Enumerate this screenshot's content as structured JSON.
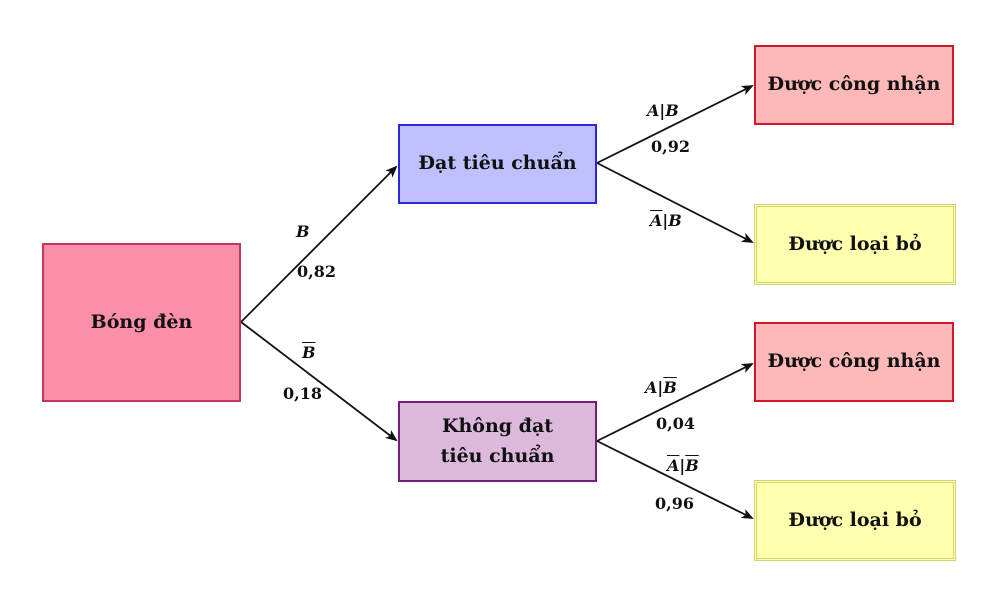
{
  "diagram": {
    "nodes": {
      "root": {
        "text": "Bóng đèn",
        "fill": "#fb8faa",
        "stroke": "#c0395a"
      },
      "pass": {
        "text": "Đạt tiêu chuẩn",
        "fill": "#c0c0ff",
        "stroke": "#2a2ad0"
      },
      "fail": {
        "line1": "Không đạt",
        "line2": "tiêu chuẩn",
        "fill": "#dcb8dc",
        "stroke": "#7a1a7a"
      },
      "pass_accept": {
        "text": "Được công nhận",
        "fill": "#ffb8b8",
        "stroke": "#cc1a2a"
      },
      "pass_reject": {
        "text": "Được loại bỏ",
        "fill": "#ffffb0",
        "stroke": "#d4d470"
      },
      "fail_accept": {
        "text": "Được công nhận",
        "fill": "#ffb8b8",
        "stroke": "#cc1a2a"
      },
      "fail_reject": {
        "text": "Được loại bỏ",
        "fill": "#ffffb0",
        "stroke": "#d4d470"
      }
    },
    "edges": {
      "root_pass": {
        "event": "B",
        "prob": "0,82"
      },
      "root_fail": {
        "event": "B",
        "prob": "0,18"
      },
      "pass_accept": {
        "event_a": "A",
        "sep": "|",
        "event_b": "B",
        "prob": "0,92"
      },
      "pass_reject": {
        "event_a": "A",
        "sep": "|",
        "event_b": "B"
      },
      "fail_accept": {
        "event_a": "A",
        "sep": "|",
        "event_b": "B",
        "prob": "0,04"
      },
      "fail_reject": {
        "event_a": "A",
        "sep": "|",
        "event_b": "B",
        "prob": "0,96"
      }
    },
    "edge_color": "#111111"
  }
}
